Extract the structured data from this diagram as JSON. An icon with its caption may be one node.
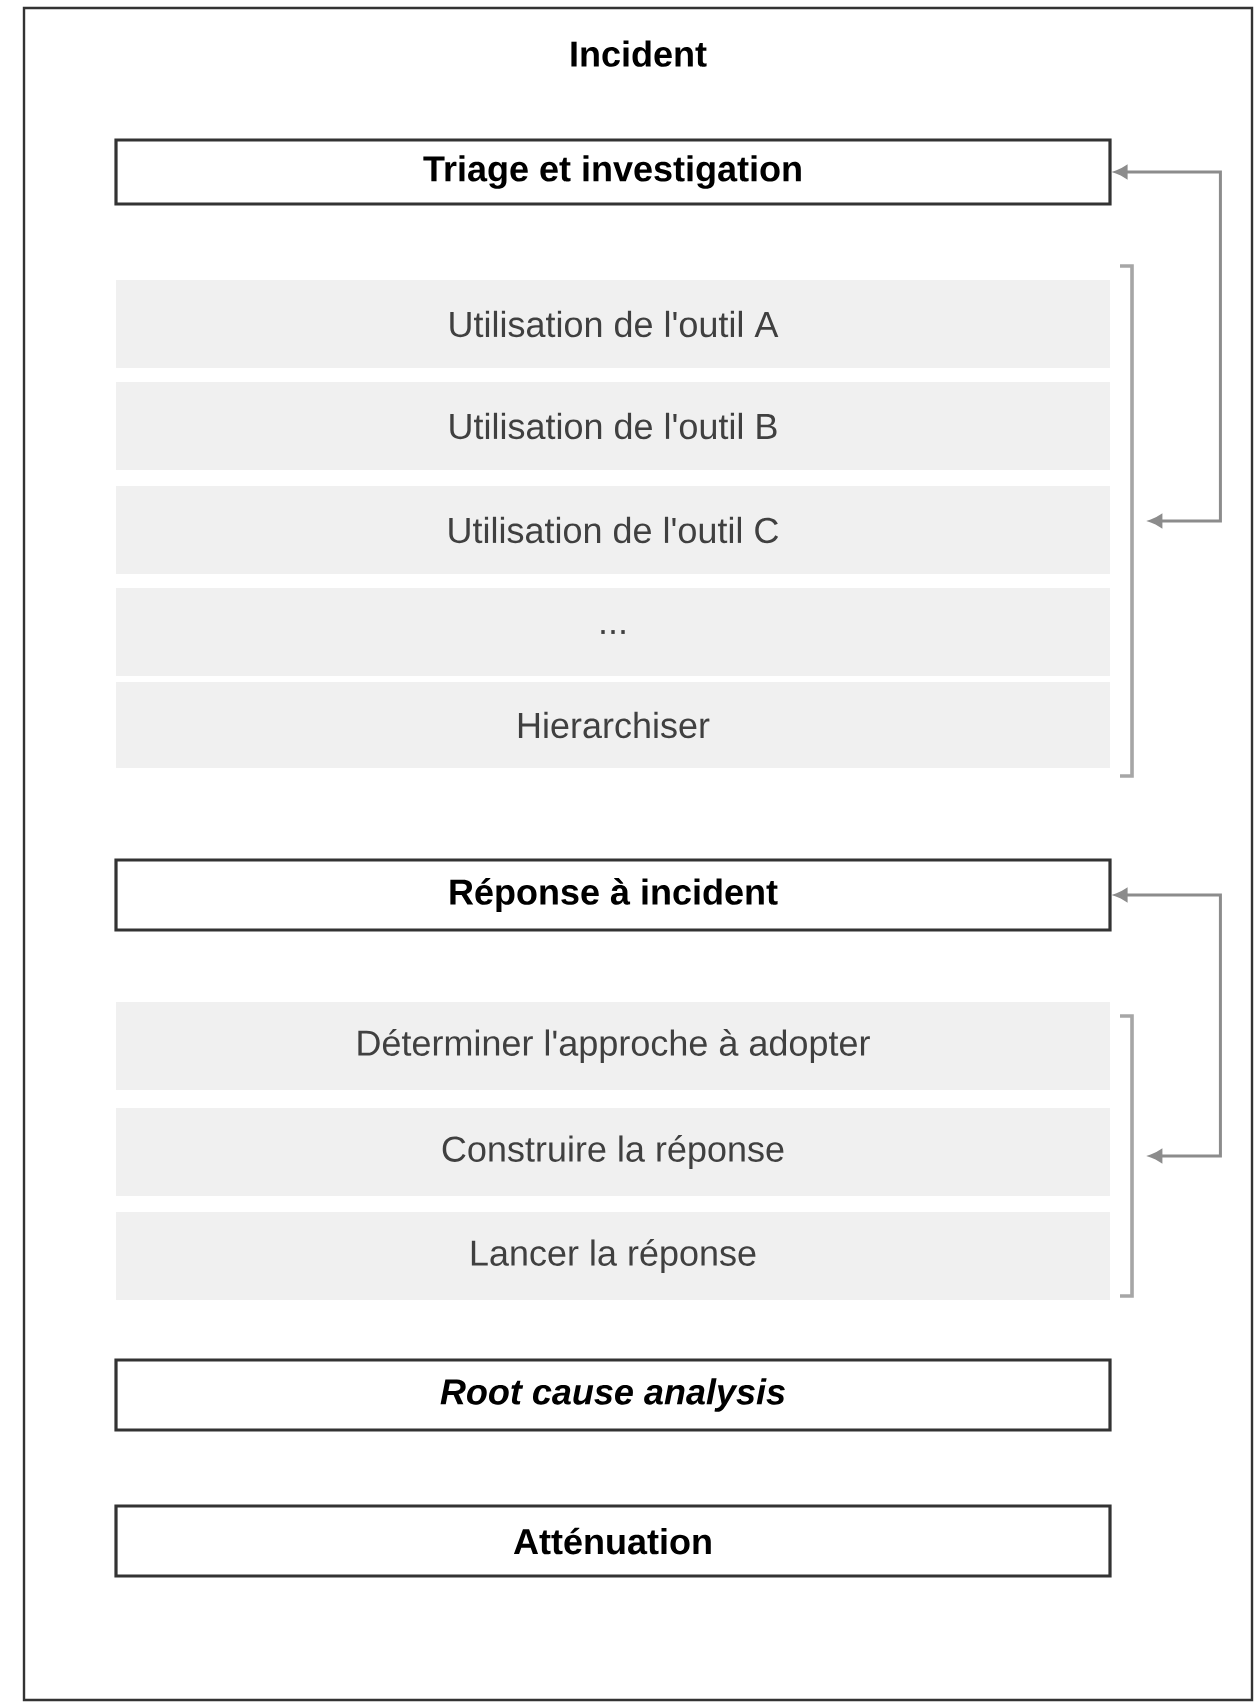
{
  "diagram": {
    "nodes": [
      {
        "text": [
          "Incident"
        ]
      },
      {
        "text": [
          "Triage et investigation"
        ],
        "in": 0
      },
      {
        "text": [
          "Utilisation de l'outil A"
        ],
        "in": 0
      },
      {
        "text": [
          "Utilisation de l'outil B"
        ],
        "in": 0
      },
      {
        "text": [
          "Utilisation de l'outil C"
        ],
        "in": 0
      },
      {
        "text": [
          "..."
        ],
        "in": 0
      },
      {
        "text": [
          "Hierarchiser"
        ],
        "in": 0
      },
      {
        "text": [],
        "shape": "bracket",
        "in": 0
      },
      {
        "text": [
          "Réponse à incident"
        ],
        "in": 0
      },
      {
        "text": [
          "Déterminer l'approche à adopter"
        ],
        "in": 0
      },
      {
        "text": [
          "Construire la réponse"
        ],
        "in": 0
      },
      {
        "text": [
          "Lancer la réponse"
        ],
        "in": 0
      },
      {
        "text": [],
        "shape": "bracket",
        "in": 0
      },
      {
        "text": [
          "Root cause analysis"
        ],
        "in": 0
      },
      {
        "text": [
          "Atténuation"
        ],
        "in": 0
      }
    ],
    "edges": [
      {
        "from": 7,
        "to": 1,
        "arrow": "both"
      },
      {
        "from": 12,
        "to": 8,
        "arrow": "both"
      }
    ]
  }
}
